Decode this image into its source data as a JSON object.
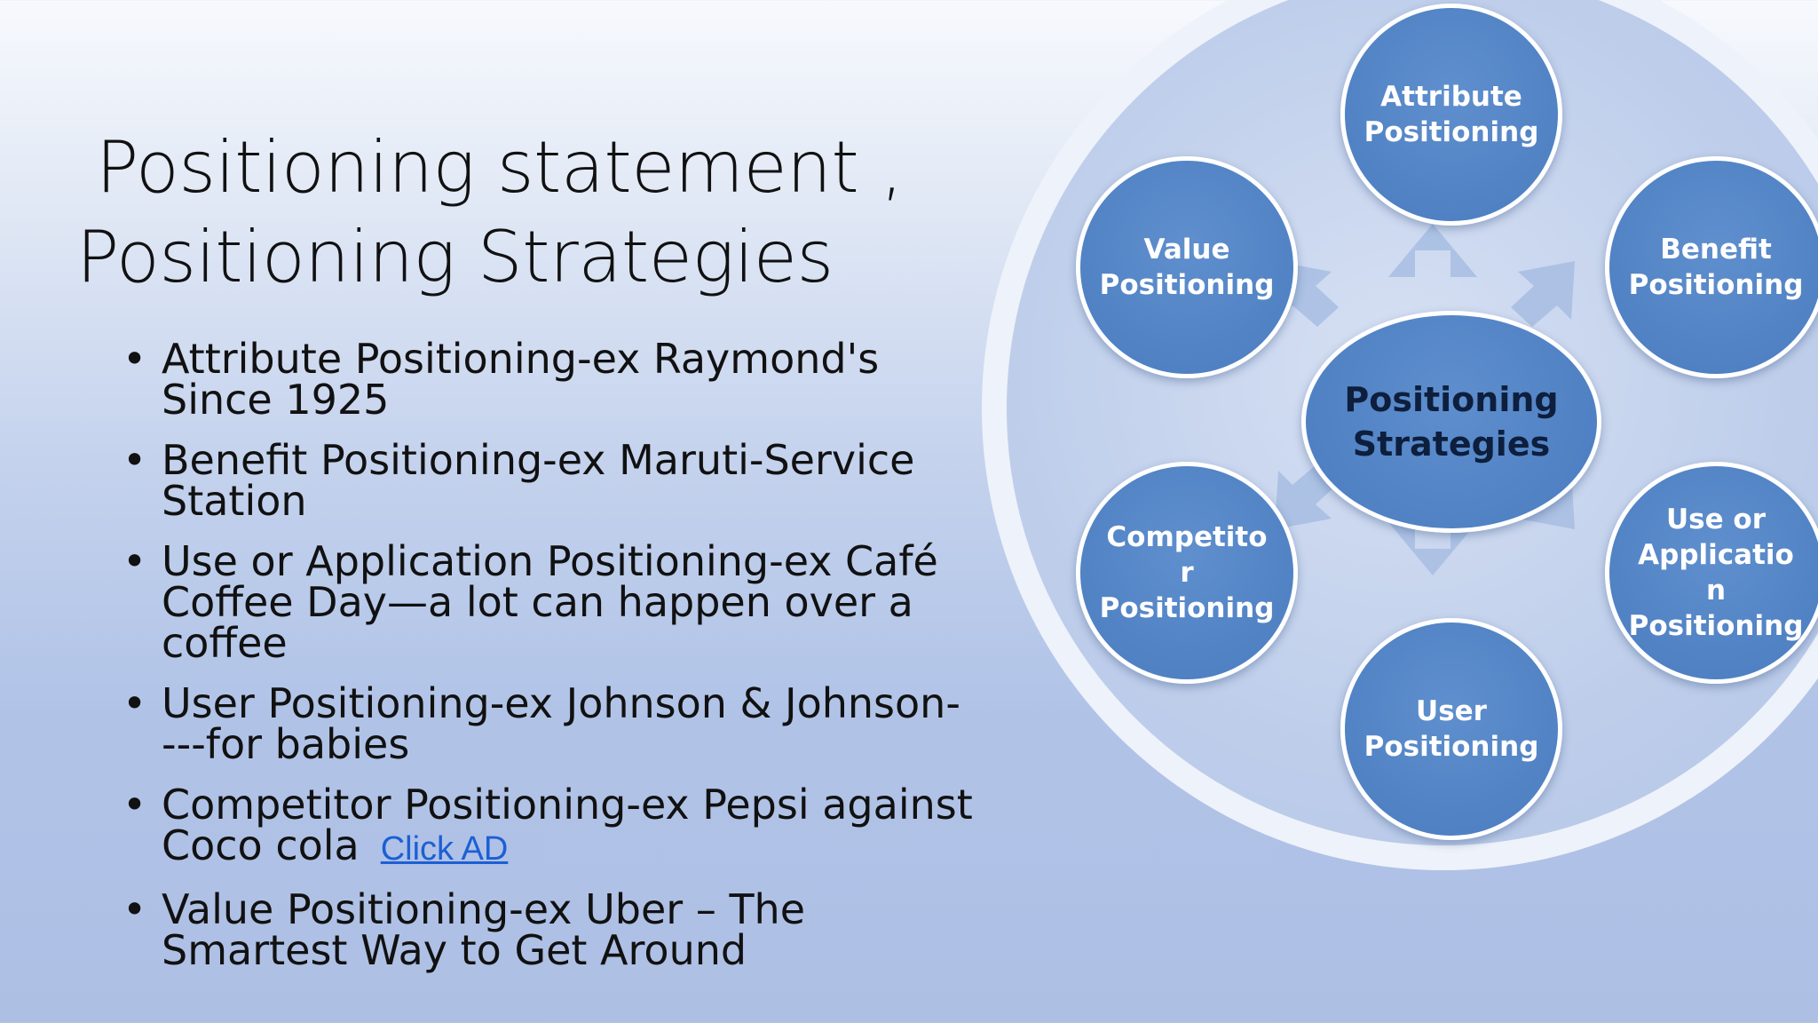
{
  "title": {
    "line1": "Positioning statement ,",
    "line2": "Positioning Strategies"
  },
  "bullets": [
    "Attribute Positioning-ex Raymond's Since 1925",
    "Benefit Positioning-ex  Maruti-Service Station",
    "Use or Application Positioning-ex Café Coffee Day—a lot can happen over a coffee",
    "User Positioning-ex Johnson & Johnson----for babies",
    "Competitor Positioning-ex Pepsi against Coco cola",
    "Value Positioning-ex Uber – The Smartest Way to Get Around"
  ],
  "ad_link": "Click AD",
  "diagram": {
    "center": "Positioning Strategies",
    "nodes": {
      "top": "Attribute Positioning",
      "top_right": "Benefit Positioning",
      "bottom_right": "Use or Applicatio n Positioning",
      "bottom": "User Positioning",
      "bottom_left": "Competito r Positioning",
      "top_left": "Value Positioning"
    }
  },
  "colors": {
    "node_fill": "#4a7cc0",
    "node_border": "#ffffff",
    "link": "#1d5fd4"
  }
}
